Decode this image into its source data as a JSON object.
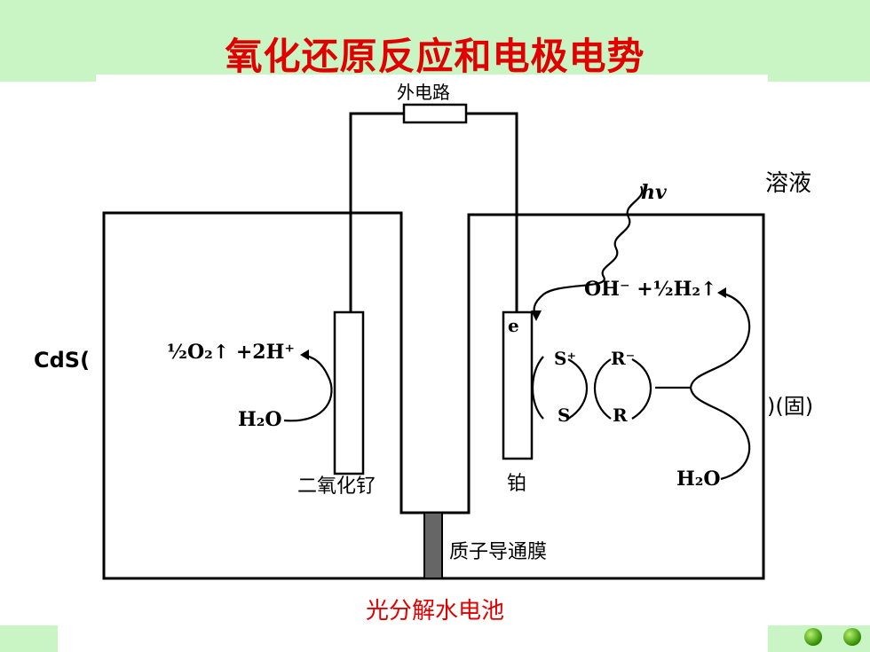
{
  "title": "氧化还原反应和电极电势",
  "caption": "光分解水电池",
  "labels": {
    "external_circuit": "外电路",
    "solution": "溶液",
    "hv": "hv",
    "cds_left": "CdS(",
    "solid_right": ")(固)",
    "ruthenium_dioxide": "二氧化钌",
    "platinum": "铂",
    "proton_membrane": "质子导通膜",
    "electron": "e",
    "water_left": "H₂O",
    "water_right": "H₂O",
    "oxygen_reaction": "½O₂↑ +2H⁺",
    "hydrogen_reaction": "OH⁻ +½H₂↑",
    "s_plus": "S⁺",
    "s": "S",
    "r_minus": "R⁻",
    "r": "R"
  },
  "colors": {
    "title": "#e00000",
    "caption": "#e00000",
    "band": "#c8f5c3"
  }
}
